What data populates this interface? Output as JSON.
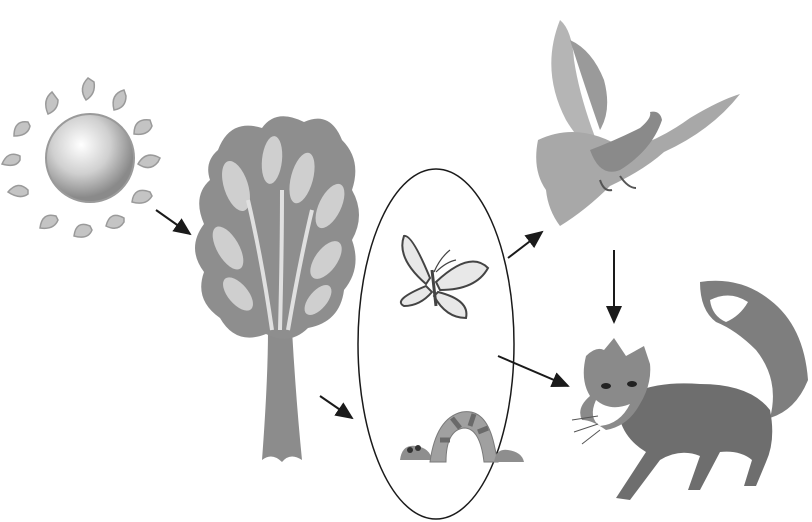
{
  "diagram": {
    "organisms": [
      {
        "id": "sun",
        "icon": "sun-icon"
      },
      {
        "id": "tree",
        "icon": "tree-icon"
      },
      {
        "id": "butterfly",
        "icon": "butterfly-icon"
      },
      {
        "id": "caterpillar",
        "icon": "caterpillar-icon"
      },
      {
        "id": "bird",
        "icon": "bird-icon"
      },
      {
        "id": "fox",
        "icon": "fox-icon"
      }
    ],
    "arrows": [
      {
        "from": "sun",
        "to": "tree"
      },
      {
        "from": "tree",
        "to": "caterpillar"
      },
      {
        "from": "butterfly",
        "to": "bird"
      },
      {
        "from": "insect-group",
        "to": "fox"
      },
      {
        "from": "bird",
        "to": "fox"
      }
    ],
    "group": {
      "name": "insect-group",
      "members": [
        "butterfly",
        "caterpillar"
      ]
    },
    "colors": {
      "arrow": "#1a1a1a",
      "outline": "#1a1a1a",
      "dark": "#6e6e6e",
      "mid": "#8e8e8e",
      "light": "#c8c8c8"
    }
  }
}
